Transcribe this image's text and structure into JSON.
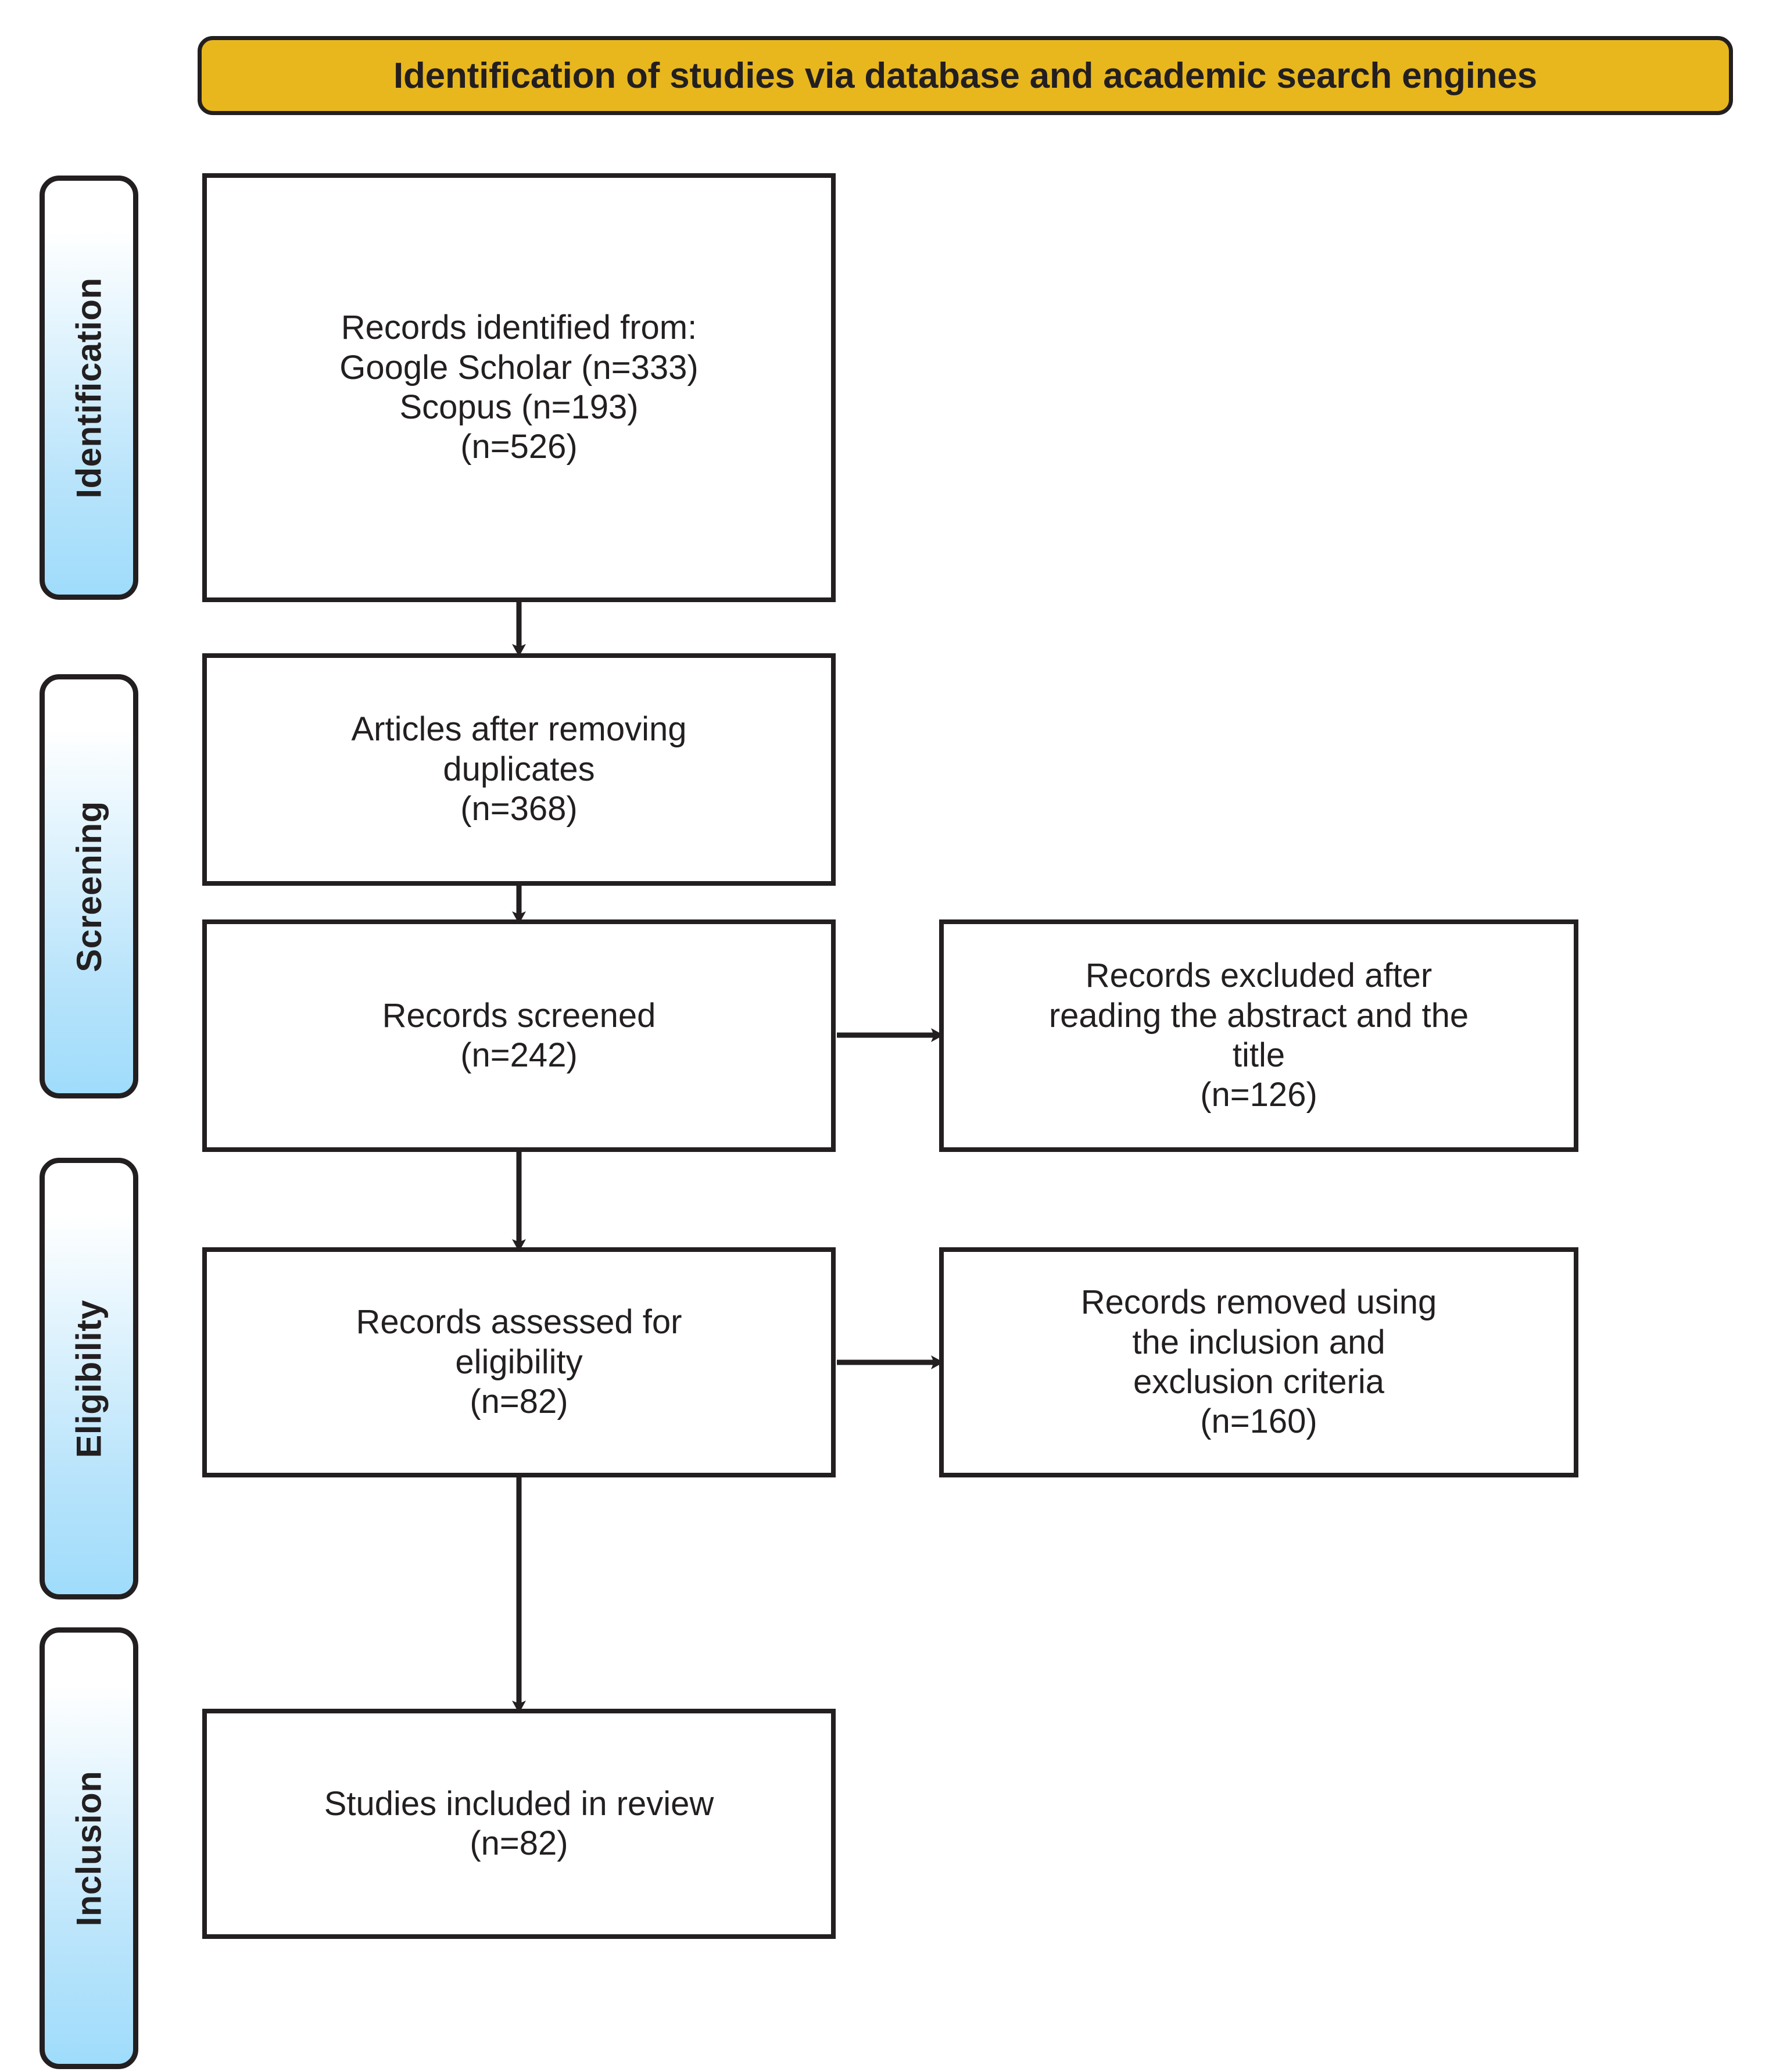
{
  "banner": {
    "title": "Identification of studies via database and academic search engines",
    "background_color": "#E8B71D",
    "text_color": "#231f20"
  },
  "phases": [
    {
      "id": "identification",
      "label": "Identification"
    },
    {
      "id": "screening",
      "label": "Screening"
    },
    {
      "id": "eligibility",
      "label": "Eligibility"
    },
    {
      "id": "inclusion",
      "label": "Inclusion"
    }
  ],
  "phase_tab_style": {
    "gradient_top": "#ffffff",
    "gradient_bottom": "#9fdcfb",
    "border_color": "#231f20"
  },
  "boxes": {
    "identified": {
      "text": "Records identified from:\nGoogle Scholar (n=333)\nScopus (n=193)\n(n=526)",
      "counts": {
        "google_scholar": 333,
        "scopus": 193,
        "total": 526
      }
    },
    "duplicates": {
      "text": "Articles after removing\nduplicates\n(n=368)",
      "counts": {
        "total": 368
      }
    },
    "screened": {
      "text": "Records screened\n(n=242)",
      "counts": {
        "total": 242
      }
    },
    "excluded_title_abstract": {
      "text": "Records excluded after\nreading the abstract and the\ntitle\n(n=126)",
      "counts": {
        "total": 126
      }
    },
    "assessed_eligibility": {
      "text": "Records assessed for\neligibility\n(n=82)",
      "counts": {
        "total": 82
      }
    },
    "removed_criteria": {
      "text": "Records removed using\nthe inclusion and\nexclusion criteria\n(n=160)",
      "counts": {
        "total": 160
      }
    },
    "included": {
      "text": "Studies included in review\n(n=82)",
      "counts": {
        "total": 82
      }
    }
  },
  "chart_data": {
    "type": "diagram",
    "title": "Identification of studies via database and academic search engines",
    "diagram_kind": "PRISMA flow diagram",
    "phases": [
      "Identification",
      "Screening",
      "Eligibility",
      "Inclusion"
    ],
    "nodes": [
      {
        "id": "identified",
        "phase": "Identification",
        "label": "Records identified from: Google Scholar (n=333) Scopus (n=193) (n=526)",
        "n": 526
      },
      {
        "id": "duplicates",
        "phase": "Screening",
        "label": "Articles after removing duplicates (n=368)",
        "n": 368
      },
      {
        "id": "screened",
        "phase": "Screening",
        "label": "Records screened (n=242)",
        "n": 242
      },
      {
        "id": "excluded_title_abstract",
        "phase": "Screening",
        "label": "Records excluded after reading the abstract and the title (n=126)",
        "n": 126
      },
      {
        "id": "assessed_eligibility",
        "phase": "Eligibility",
        "label": "Records assessed for eligibility (n=82)",
        "n": 82
      },
      {
        "id": "removed_criteria",
        "phase": "Eligibility",
        "label": "Records removed using the inclusion and exclusion criteria (n=160)",
        "n": 160
      },
      {
        "id": "included",
        "phase": "Inclusion",
        "label": "Studies included in review (n=82)",
        "n": 82
      }
    ],
    "edges": [
      {
        "from": "identified",
        "to": "duplicates",
        "direction": "down"
      },
      {
        "from": "duplicates",
        "to": "screened",
        "direction": "down"
      },
      {
        "from": "screened",
        "to": "excluded_title_abstract",
        "direction": "right"
      },
      {
        "from": "screened",
        "to": "assessed_eligibility",
        "direction": "down"
      },
      {
        "from": "assessed_eligibility",
        "to": "removed_criteria",
        "direction": "right"
      },
      {
        "from": "assessed_eligibility",
        "to": "included",
        "direction": "down"
      }
    ]
  }
}
